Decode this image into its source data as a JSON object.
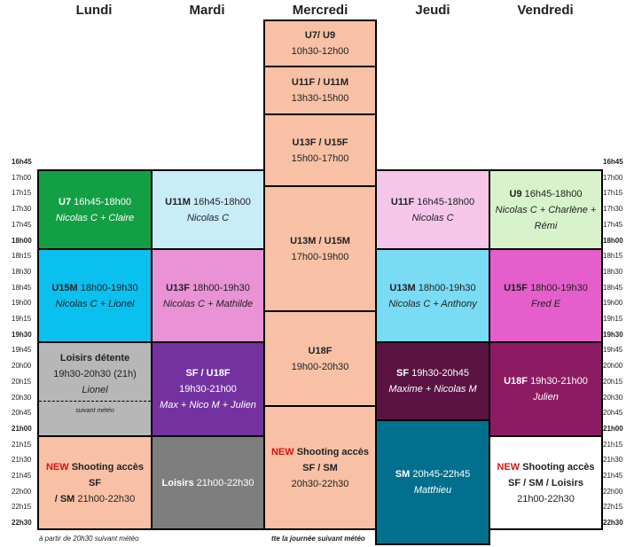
{
  "days": [
    "Lundi",
    "Mardi",
    "Mercredi",
    "Jeudi",
    "Vendredi"
  ],
  "ticks": [
    "16h45",
    "17h00",
    "17h15",
    "17h30",
    "17h45",
    "18h00",
    "18h15",
    "18h30",
    "18h45",
    "19h00",
    "19h15",
    "19h30",
    "19h45",
    "20h00",
    "20h15",
    "20h30",
    "20h45",
    "21h00",
    "21h15",
    "21h30",
    "21h45",
    "22h00",
    "22h15",
    "22h30"
  ],
  "lundi": {
    "u7": {
      "team": "U7",
      "time": "16h45-18h00",
      "coach": "Nicolas C + Claire"
    },
    "u15m": {
      "team": "U15M",
      "time": "18h00-19h30",
      "coach": "Nicolas C + Lionel"
    },
    "loisirs": {
      "title": "Loisirs détente",
      "time": "19h30-20h30 (21h)",
      "coach": "Lionel",
      "note": "suivant météo"
    },
    "shooting": {
      "new": "NEW",
      "text1": "Shooting accès SF",
      "text2": "/ SM",
      "time": "21h00-22h30"
    }
  },
  "mardi": {
    "u11m": {
      "team": "U11M",
      "time": "16h45-18h00",
      "coach": "Nicolas C"
    },
    "u13f": {
      "team": "U13F",
      "time": "18h00-19h30",
      "coach": "Nicolas C + Mathilde"
    },
    "sf_u18f": {
      "team": "SF / U18F",
      "time": "19h30-21h00",
      "coach": "Max + Nico M + Julien"
    },
    "loisirs": {
      "team": "Loisirs",
      "time": "21h00-22h30"
    }
  },
  "mercredi": {
    "u7u9": {
      "team": "U7/ U9",
      "time": "10h30-12h00"
    },
    "u11": {
      "team": "U11F / U11M",
      "time": "13h30-15h00"
    },
    "u13": {
      "team": "U13F / U15F",
      "time": "15h00-17h00"
    },
    "u13m": {
      "team": "U13M / U15M",
      "time": "17h00-19h00"
    },
    "u18f": {
      "team": "U18F",
      "time": "19h00-20h30"
    },
    "shooting": {
      "new": "NEW",
      "text1": "Shooting accès",
      "text2": "SF / SM",
      "time": "20h30-22h30"
    }
  },
  "jeudi": {
    "u11f": {
      "team": "U11F",
      "time": "16h45-18h00",
      "coach": "Nicolas C"
    },
    "u13m": {
      "team": "U13M",
      "time": "18h00-19h30",
      "coach": "Nicolas C  + Anthony"
    },
    "sf": {
      "team": "SF",
      "time": "19h30-20h45",
      "coach": "Maxime + Nicolas M"
    },
    "sm": {
      "team": "SM",
      "time": "20h45-22h45",
      "coach": "Matthieu"
    }
  },
  "vendredi": {
    "u9": {
      "team": "U9",
      "time": "16h45-18h00",
      "coach1": "Nicolas C + Charlène +",
      "coach2": "Rémi"
    },
    "u15f": {
      "team": "U15F",
      "time": "18h00-19h30",
      "coach": "Fred E"
    },
    "u18f": {
      "team": "U18F",
      "time": "19h30-21h00",
      "coach": "Julien"
    },
    "shooting": {
      "new": "NEW",
      "text1": "Shooting accès",
      "text2": "SF / SM / Loisirs",
      "time": "21h00-22h30"
    }
  },
  "notes": {
    "lundi": "à partir de 20h30 suivant météo",
    "mercredi": "tte la journée suivant météo"
  },
  "colors": {
    "u7": "#13a044",
    "u11m": "#c8ecf8",
    "u11f": "#f6c6ea",
    "u9": "#d8f3cc",
    "u15m": "#09c0ef",
    "u13f": "#ea92d6",
    "u13m": "#79dbf4",
    "u15f": "#e55ecc",
    "grey": "#b7b7b7",
    "purple": "#7432a0",
    "sf_jeudi": "#5a1343",
    "u18f_vendredi": "#8c1b63",
    "salmon": "#f8c1a5",
    "darkgrey": "#7e7e7e",
    "teal": "#01708f"
  }
}
